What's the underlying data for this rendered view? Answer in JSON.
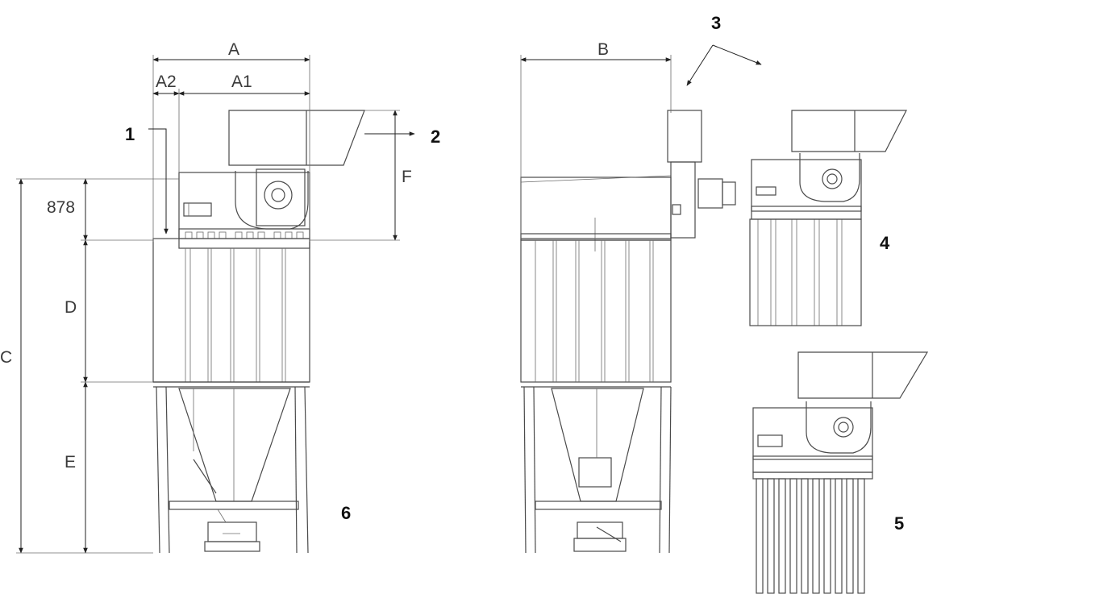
{
  "dimension_labels": {
    "a": "A",
    "a1": "A1",
    "a2": "A2",
    "b": "B",
    "c": "C",
    "d": "D",
    "e": "E",
    "f": "F",
    "h878": "878"
  },
  "callouts": {
    "c1": "1",
    "c2": "2",
    "c3": "3",
    "c4": "4",
    "c5": "5",
    "c6": "6"
  }
}
